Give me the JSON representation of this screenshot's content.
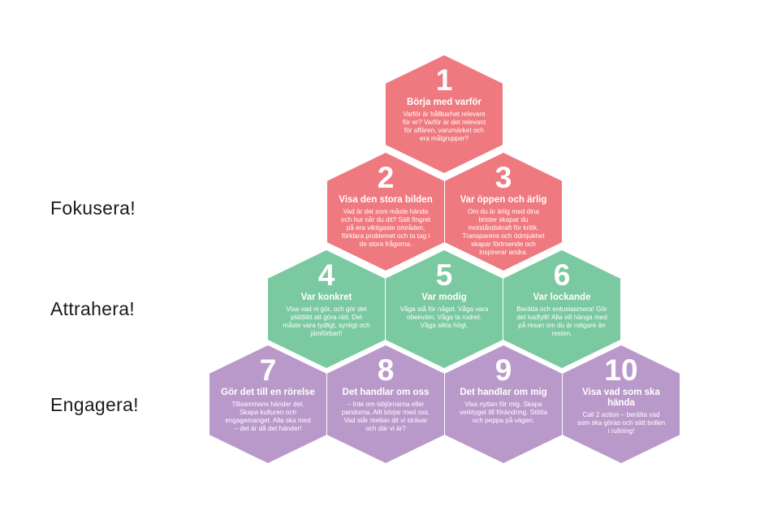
{
  "row_labels": [
    "Fokusera!",
    "Attrahera!",
    "Engagera!"
  ],
  "colors": {
    "red": "#ee7a80",
    "green": "#7ac9a0",
    "purple": "#b999ca"
  },
  "hexes": [
    {
      "number": "1",
      "title": "Börja med varför",
      "desc": "Varför är hållbarhet relevant för er? Varför är det relevant för affären, varumärket och era målgrupper?"
    },
    {
      "number": "2",
      "title": "Visa den stora bilden",
      "desc": "Vad är det som måste hända och hur når du dit? Sätt fingret på era viktigaste områden, förklara problemet och ta tag i de stora frågorna."
    },
    {
      "number": "3",
      "title": "Var öppen och ärlig",
      "desc": "Om du är ärlig med dina brister skapar du motståndskraft för kritik. Transparens och ödmjukhet skapar förtroende och inspirerar andra."
    },
    {
      "number": "4",
      "title": "Var konkret",
      "desc": "Visa vad ni gör, och gör det plättlätt att göra rätt. Det måste vara tydligt, synligt och jämförbart!"
    },
    {
      "number": "5",
      "title": "Var modig",
      "desc": "Våga stå för något. Våga vara obekväm. Våga ta rodret. Våga sikta högt."
    },
    {
      "number": "6",
      "title": "Var lockande",
      "desc": "Berätta och entusiasmera! Gör det lustfyllt! Alla vill hänga med på resan om du är roligare än resten."
    },
    {
      "number": "7",
      "title": "Gör det till en rörelse",
      "desc": "Tillsammans händer det. Skapa kulturen och engagemanget. Alla ska med – det är då det händer!"
    },
    {
      "number": "8",
      "title": "Det handlar om oss",
      "desc": "– Inte om isbjörnarna eller pandorna. Allt börjar med oss. Vad står mellan dit vi strävar och där vi är?"
    },
    {
      "number": "9",
      "title": "Det handlar om mig",
      "desc": "Visa nyttan för mig. Skapa verktyget till förändring. Stötta och peppa på vägen."
    },
    {
      "number": "10",
      "title": "Visa vad som ska hända",
      "desc": "Call 2 action – berätta vad som ska göras och sätt bollen i rullning!"
    }
  ]
}
